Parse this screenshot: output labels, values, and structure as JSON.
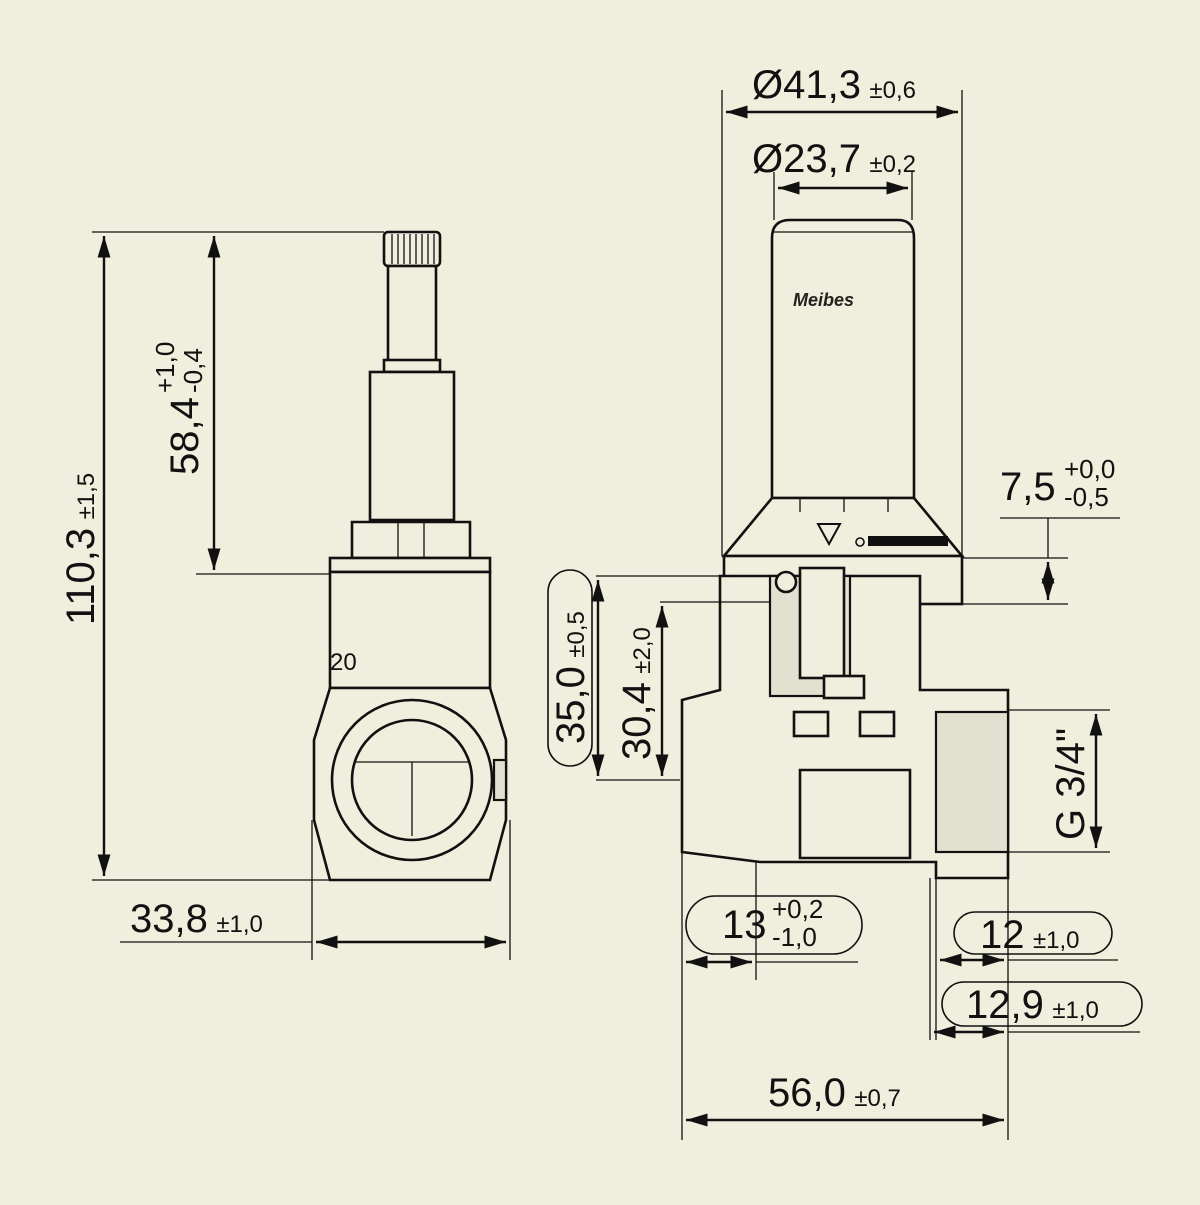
{
  "diagram": {
    "background_color": "#f0eedc",
    "line_color": "#111111",
    "brand_mark": "Meibes",
    "dimensions": {
      "height_total": {
        "value": "110,3",
        "tol": "±1,5"
      },
      "height_stem": {
        "value": "58,4",
        "tol_upper": "+1,0",
        "tol_lower": "-0,4"
      },
      "width_body": {
        "value": "33,8",
        "tol": "±1,0"
      },
      "dia_outer": {
        "value": "Ø41,3",
        "tol": "±0,6"
      },
      "dia_inner": {
        "value": "Ø23,7",
        "tol": "±0,2"
      },
      "gap_top": {
        "value": "7,5",
        "tol_upper": "+0,0",
        "tol_lower": "-0,5"
      },
      "height_35": {
        "value": "35,0",
        "tol": "±0,5"
      },
      "height_30": {
        "value": "30,4",
        "tol": "±2,0"
      },
      "thread": {
        "value": "G 3/4\""
      },
      "len_13": {
        "value": "13",
        "tol_upper": "+0,2",
        "tol_lower": "-1,0"
      },
      "len_12": {
        "value": "12",
        "tol": "±1,0"
      },
      "len_12_9": {
        "value": "12,9",
        "tol": "±1,0"
      },
      "len_56": {
        "value": "56,0",
        "tol": "±0,7"
      }
    }
  }
}
